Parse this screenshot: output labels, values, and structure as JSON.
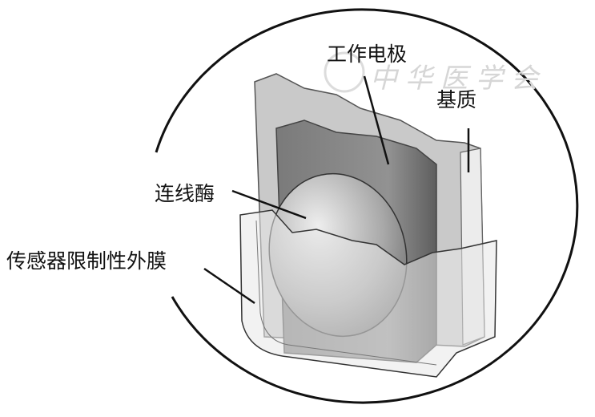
{
  "labels": {
    "working_electrode": "工作电极",
    "substrate": "基质",
    "wired_enzyme": "连线酶",
    "outer_membrane": "传感器限制性外膜"
  },
  "watermark": "中华医学会",
  "colors": {
    "outline": "#111111",
    "substrate": "#d9d9d9",
    "electrode": "#8a8a8a",
    "membrane": "#e6e6e6"
  }
}
